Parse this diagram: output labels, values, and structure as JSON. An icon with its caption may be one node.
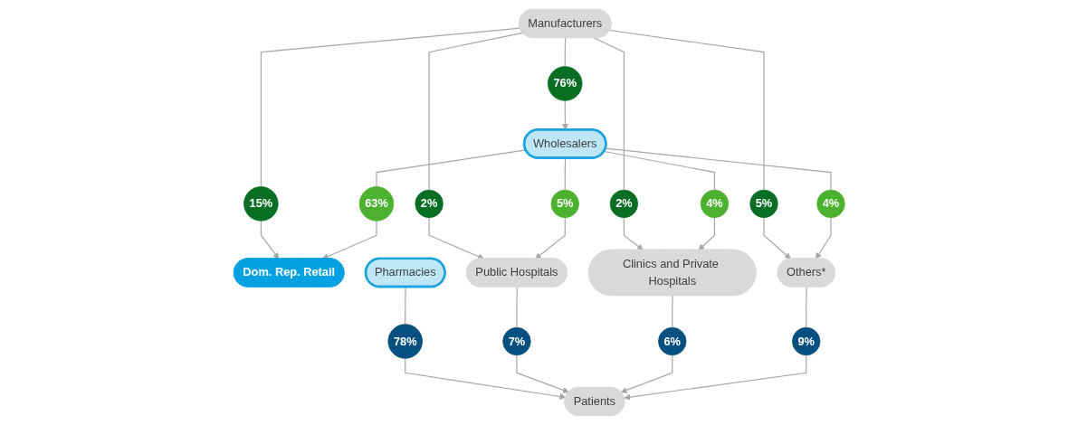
{
  "diagram": {
    "nodes": [
      {
        "text": [
          "Manufacturers"
        ]
      },
      {
        "text": [
          "76%"
        ]
      },
      {
        "text": [
          "Wholesalers"
        ]
      },
      {
        "text": [
          "15%"
        ]
      },
      {
        "text": [
          "2%"
        ]
      },
      {
        "text": [
          "2%"
        ]
      },
      {
        "text": [
          "5%"
        ]
      },
      {
        "text": [
          "63%"
        ]
      },
      {
        "text": [
          "5%"
        ]
      },
      {
        "text": [
          "4%"
        ]
      },
      {
        "text": [
          "4%"
        ]
      },
      {
        "text": [
          "Dom. Rep. Retail"
        ]
      },
      {
        "text": [
          "Pharmacies"
        ]
      },
      {
        "text": [
          "Public Hospitals"
        ]
      },
      {
        "text": [
          "Clinics and Private Hospitals"
        ]
      },
      {
        "text": [
          "Others*"
        ]
      },
      {
        "text": [
          "78%"
        ]
      },
      {
        "text": [
          "7%"
        ]
      },
      {
        "text": [
          "6%"
        ]
      },
      {
        "text": [
          "9%"
        ]
      },
      {
        "text": [
          "Patients"
        ]
      }
    ],
    "edges": [
      {
        "from": 0,
        "to": 1,
        "arrow": "none"
      },
      {
        "from": 1,
        "to": 2,
        "arrow": "to"
      },
      {
        "from": 0,
        "to": 3,
        "arrow": "none"
      },
      {
        "from": 0,
        "to": 4,
        "arrow": "none"
      },
      {
        "from": 0,
        "to": 5,
        "arrow": "none"
      },
      {
        "from": 0,
        "to": 6,
        "arrow": "none"
      },
      {
        "from": 3,
        "to": 11,
        "arrow": "to"
      },
      {
        "from": 4,
        "to": 13,
        "arrow": "to"
      },
      {
        "from": 5,
        "to": 14,
        "arrow": "to"
      },
      {
        "from": 6,
        "to": 15,
        "arrow": "to"
      },
      {
        "from": 2,
        "to": 7,
        "arrow": "none"
      },
      {
        "from": 2,
        "to": 8,
        "arrow": "none"
      },
      {
        "from": 2,
        "to": 9,
        "arrow": "none"
      },
      {
        "from": 2,
        "to": 10,
        "arrow": "none"
      },
      {
        "from": 7,
        "to": 11,
        "arrow": "to"
      },
      {
        "from": 8,
        "to": 13,
        "arrow": "to"
      },
      {
        "from": 9,
        "to": 14,
        "arrow": "to"
      },
      {
        "from": 10,
        "to": 15,
        "arrow": "to"
      },
      {
        "from": 12,
        "to": 16,
        "arrow": "none"
      },
      {
        "from": 13,
        "to": 17,
        "arrow": "none"
      },
      {
        "from": 14,
        "to": 18,
        "arrow": "none"
      },
      {
        "from": 15,
        "to": 19,
        "arrow": "none"
      },
      {
        "from": 16,
        "to": 20,
        "arrow": "to"
      },
      {
        "from": 17,
        "to": 20,
        "arrow": "to"
      },
      {
        "from": 18,
        "to": 20,
        "arrow": "to"
      },
      {
        "from": 19,
        "to": 20,
        "arrow": "to"
      }
    ]
  }
}
